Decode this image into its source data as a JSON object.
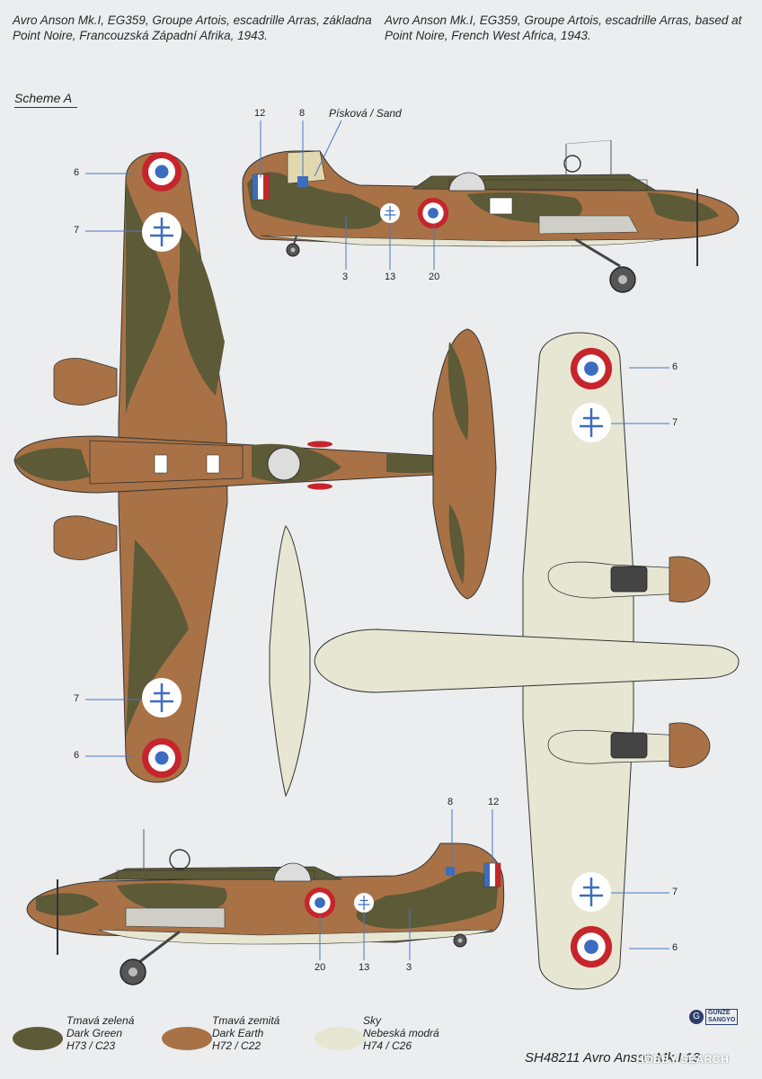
{
  "captions": {
    "cz": "Avro Anson Mk.I, EG359, Groupe Artois, escadrille Arras, základna Point Noire, Francouzská Západní Afrika, 1943.",
    "en": "Avro Anson Mk.I, EG359, Groupe Artois, escadrille Arras, based at Point Noire, French West Africa, 1943."
  },
  "scheme": "Scheme A",
  "callouts": {
    "sand": "Písková / Sand",
    "n12": "12",
    "n8": "8",
    "n6": "6",
    "n7": "7",
    "n3": "3",
    "n13": "13",
    "n20": "20"
  },
  "legend": [
    {
      "cz": "Tmavá zelená",
      "en": "Dark Green",
      "code": "H73 / C23",
      "color": "#5d5a37"
    },
    {
      "cz": "Tmavá zemitá",
      "en": "Dark Earth",
      "code": "H72 / C22",
      "color": "#a87246"
    },
    {
      "cz": "Sky",
      "en": "Nebeská modrá",
      "code": "H74 / C26",
      "color": "#e6e6d2"
    }
  ],
  "footer": "SH48211 Avro Anson Mk.I 13",
  "logo": {
    "line1": "GUNZE",
    "line2": "SANGYO"
  },
  "watermark": "HOBBY SEARCH",
  "colors": {
    "green": "#5d5a37",
    "earth": "#a87246",
    "sky": "#e6e6d2",
    "roundel_red": "#c6252c",
    "roundel_blue": "#3c6cc0"
  }
}
